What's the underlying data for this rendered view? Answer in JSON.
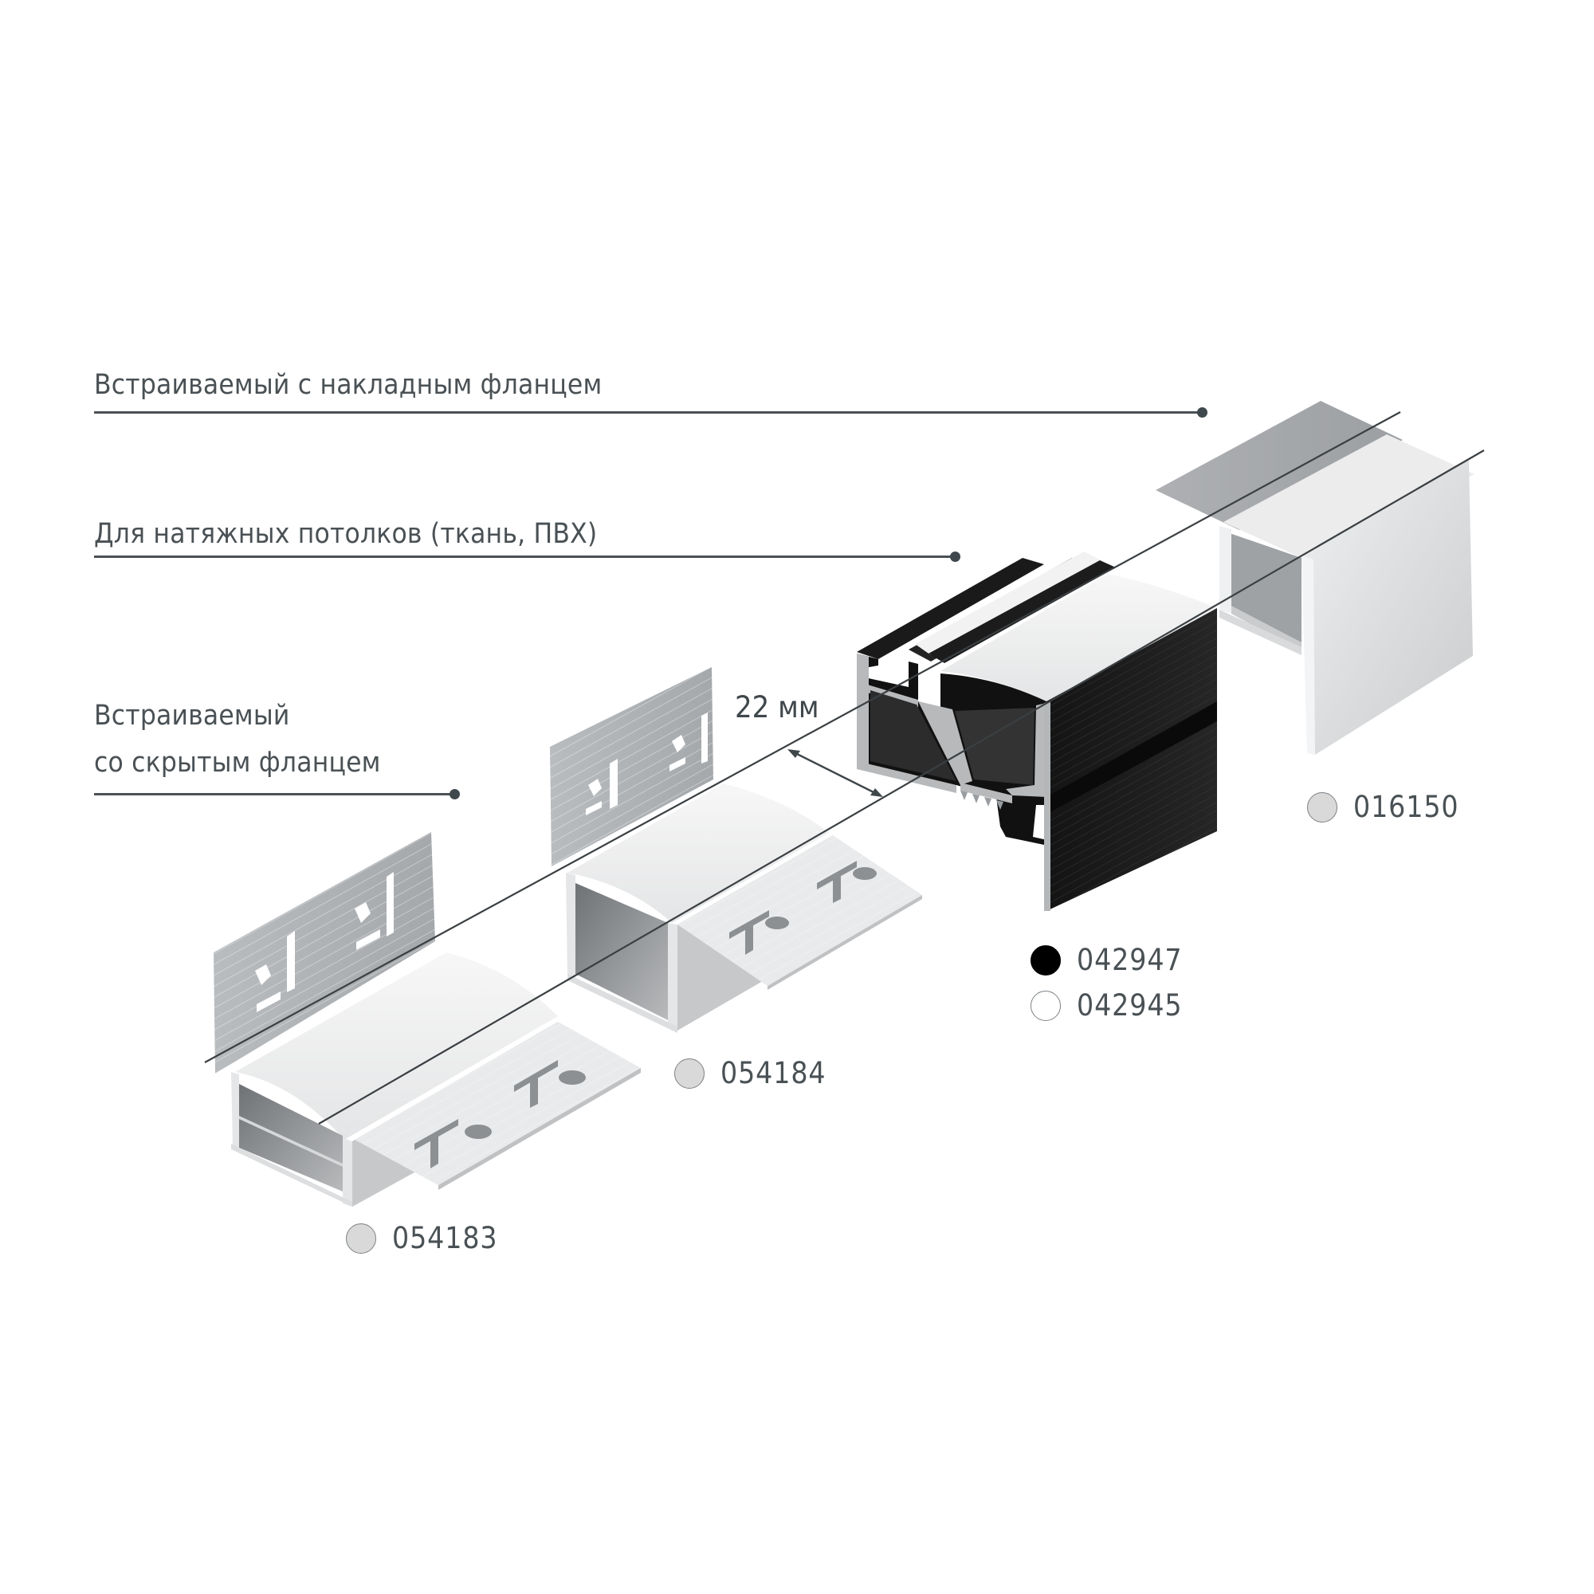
{
  "categories": [
    {
      "label": "Встраиваемый с накладным фланцем"
    },
    {
      "label": "Для натяжных потолков (ткань, ПВХ)"
    },
    {
      "label_line1": "Встраиваемый",
      "label_line2": "со скрытым фланцем"
    }
  ],
  "dimension": {
    "label": "22 мм"
  },
  "products": [
    {
      "code": "016150",
      "swatch_color": "#d9d9d9",
      "finish": "silver"
    },
    {
      "code": "042947",
      "swatch_color": "#000000",
      "finish": "black"
    },
    {
      "code": "042945",
      "swatch_color": "#ffffff",
      "finish": "white"
    },
    {
      "code": "054184",
      "swatch_color": "#d9d9d9",
      "finish": "silver"
    },
    {
      "code": "054183",
      "swatch_color": "#d9d9d9",
      "finish": "silver"
    }
  ],
  "colors": {
    "text": "#4a5155",
    "leader": "#4a5155",
    "guide_line": "#3a3f42",
    "aluminum_light": "#e6e7e8",
    "aluminum_mid": "#c4c6c8",
    "aluminum_dark": "#9ea1a4",
    "diffuser": "#f1f1f1",
    "black_profile": "#1b1b1b"
  }
}
